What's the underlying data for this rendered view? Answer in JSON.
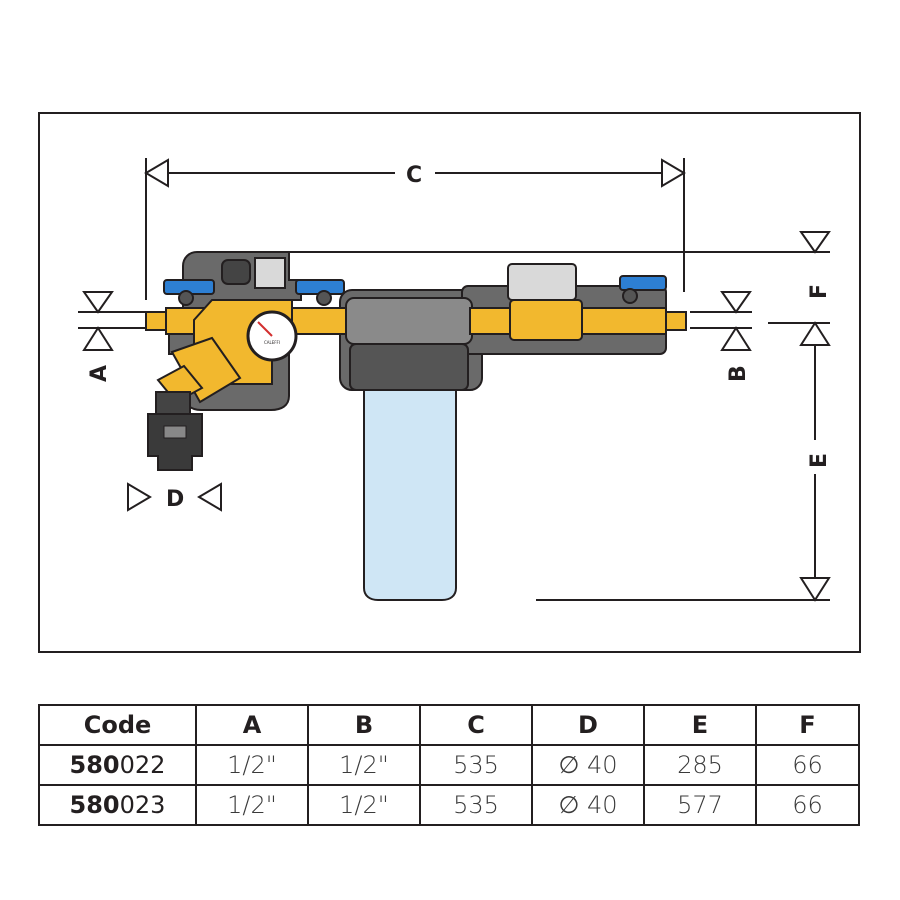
{
  "diagram": {
    "dimension_labels": {
      "A": "A",
      "B": "B",
      "C": "C",
      "D": "D",
      "E": "E",
      "F": "F"
    },
    "gauge_brand": "CALEFFI",
    "colors": {
      "brass": "#f2b82e",
      "brass_dark": "#c98a12",
      "valve_handle": "#2d7fd3",
      "housing": "#6a6a6a",
      "housing_light": "#8a8a8a",
      "filter_bowl": "#cfe6f5",
      "line": "#231f20"
    }
  },
  "table": {
    "headers": [
      "Code",
      "A",
      "B",
      "C",
      "D",
      "E",
      "F"
    ],
    "rows": [
      {
        "code_bold": "580",
        "code_rest": "022",
        "A": "1/2\"",
        "B": "1/2\"",
        "C": "535",
        "D": "∅ 40",
        "E": "285",
        "F": "66"
      },
      {
        "code_bold": "580",
        "code_rest": "023",
        "A": "1/2\"",
        "B": "1/2\"",
        "C": "535",
        "D": "∅ 40",
        "E": "577",
        "F": "66"
      }
    ]
  }
}
